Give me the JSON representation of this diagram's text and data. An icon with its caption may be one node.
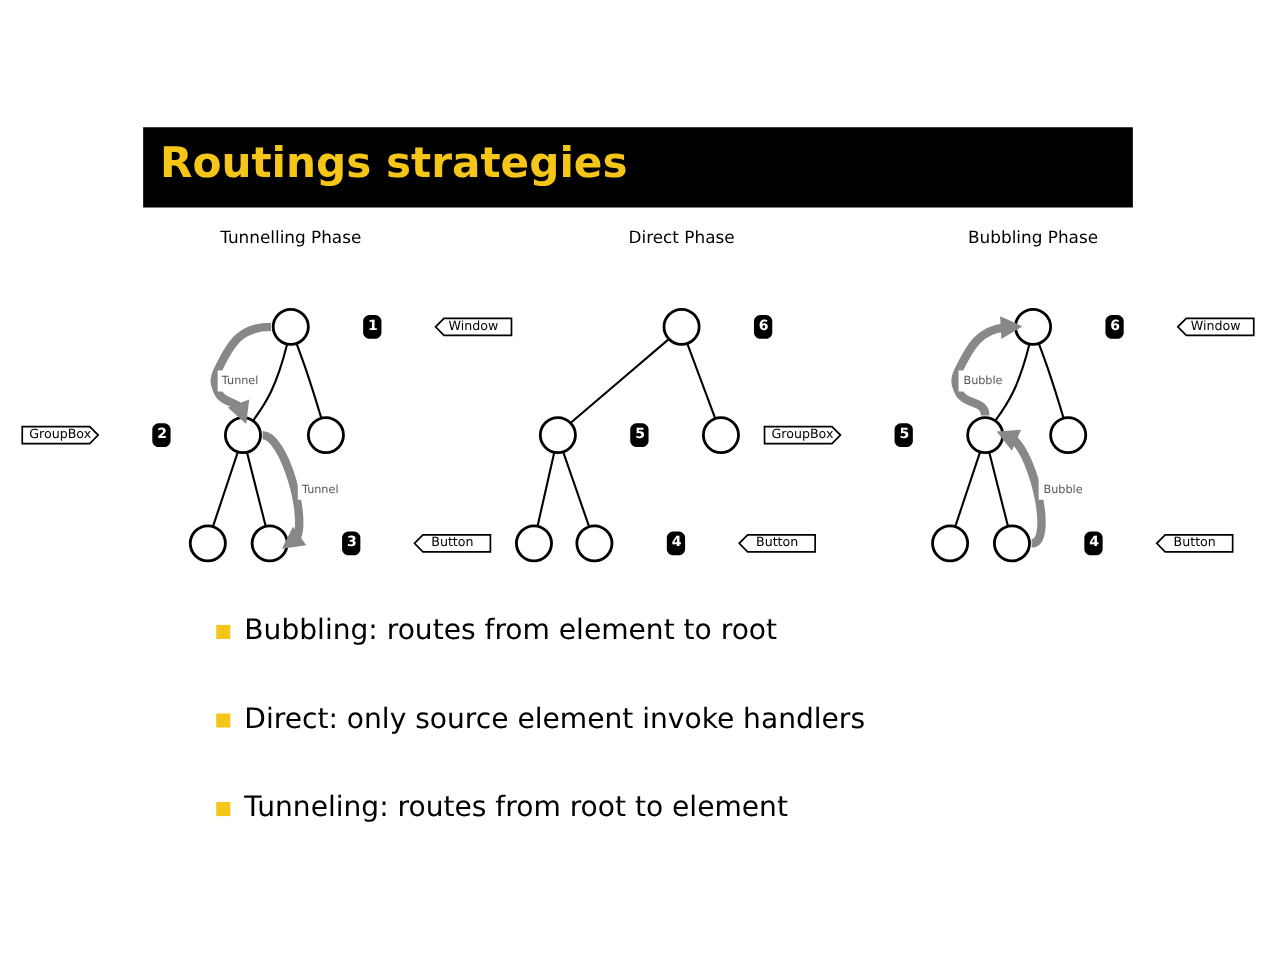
{
  "diagram": {
    "title": "Routings strategies",
    "nodes": [
      {
        "text": [],
        "shape": "circle",
        "beside": [
          "1"
        ]
      },
      {
        "text": [
          "Window"
        ]
      },
      {
        "text": [
          "GroupBox"
        ]
      },
      {
        "text": [],
        "shape": "circle",
        "beside": [
          "2"
        ]
      },
      {
        "text": [],
        "shape": "circle"
      },
      {
        "text": [],
        "shape": "circle"
      },
      {
        "text": [],
        "shape": "circle",
        "beside": [
          "3"
        ]
      },
      {
        "text": [
          "Button"
        ]
      },
      {
        "text": [],
        "shape": "circle",
        "beside": [
          "6"
        ]
      },
      {
        "text": [],
        "shape": "circle",
        "beside": [
          "5"
        ]
      },
      {
        "text": [],
        "shape": "circle"
      },
      {
        "text": [],
        "shape": "circle"
      },
      {
        "text": [],
        "shape": "circle",
        "beside": [
          "4"
        ]
      },
      {
        "text": [
          "Button"
        ]
      },
      {
        "text": [],
        "shape": "circle",
        "beside": [
          "6"
        ]
      },
      {
        "text": [
          "Window"
        ]
      },
      {
        "text": [
          "GroupBox"
        ]
      },
      {
        "text": [],
        "shape": "circle",
        "beside": [
          "5"
        ]
      },
      {
        "text": [],
        "shape": "circle"
      },
      {
        "text": [],
        "shape": "circle"
      },
      {
        "text": [],
        "shape": "circle",
        "beside": [
          "4"
        ]
      },
      {
        "text": [
          "Button"
        ]
      }
    ],
    "edges": [
      {
        "from": 0,
        "to": 3,
        "arrow": "none"
      },
      {
        "from": 0,
        "to": 4,
        "arrow": "none"
      },
      {
        "from": 3,
        "to": 5,
        "arrow": "none"
      },
      {
        "from": 3,
        "to": 6,
        "arrow": "none"
      },
      {
        "from": 0,
        "to": 3,
        "arrow": "to",
        "label": "Tunnel",
        "style": "thick",
        "color": "#888888"
      },
      {
        "from": 3,
        "to": 6,
        "arrow": "to",
        "label": "Tunnel",
        "style": "thick",
        "color": "#888888"
      },
      {
        "from": 8,
        "to": 9,
        "arrow": "none"
      },
      {
        "from": 8,
        "to": 10,
        "arrow": "none"
      },
      {
        "from": 9,
        "to": 11,
        "arrow": "none"
      },
      {
        "from": 9,
        "to": 12,
        "arrow": "none"
      },
      {
        "from": 14,
        "to": 17,
        "arrow": "none"
      },
      {
        "from": 14,
        "to": 18,
        "arrow": "none"
      },
      {
        "from": 17,
        "to": 19,
        "arrow": "none"
      },
      {
        "from": 17,
        "to": 20,
        "arrow": "none"
      },
      {
        "from": 20,
        "to": 17,
        "arrow": "to",
        "label": "Bubble",
        "style": "thick",
        "color": "#888888"
      },
      {
        "from": 17,
        "to": 14,
        "arrow": "to",
        "label": "Bubble",
        "style": "thick",
        "color": "#888888"
      }
    ],
    "labels": [
      "Tunnelling Phase",
      "Direct Phase",
      "Bubbling Phase",
      "Bubbling: routes from element to root",
      "Direct: only source element invoke handlers",
      "Tunneling: routes from root to element"
    ]
  }
}
